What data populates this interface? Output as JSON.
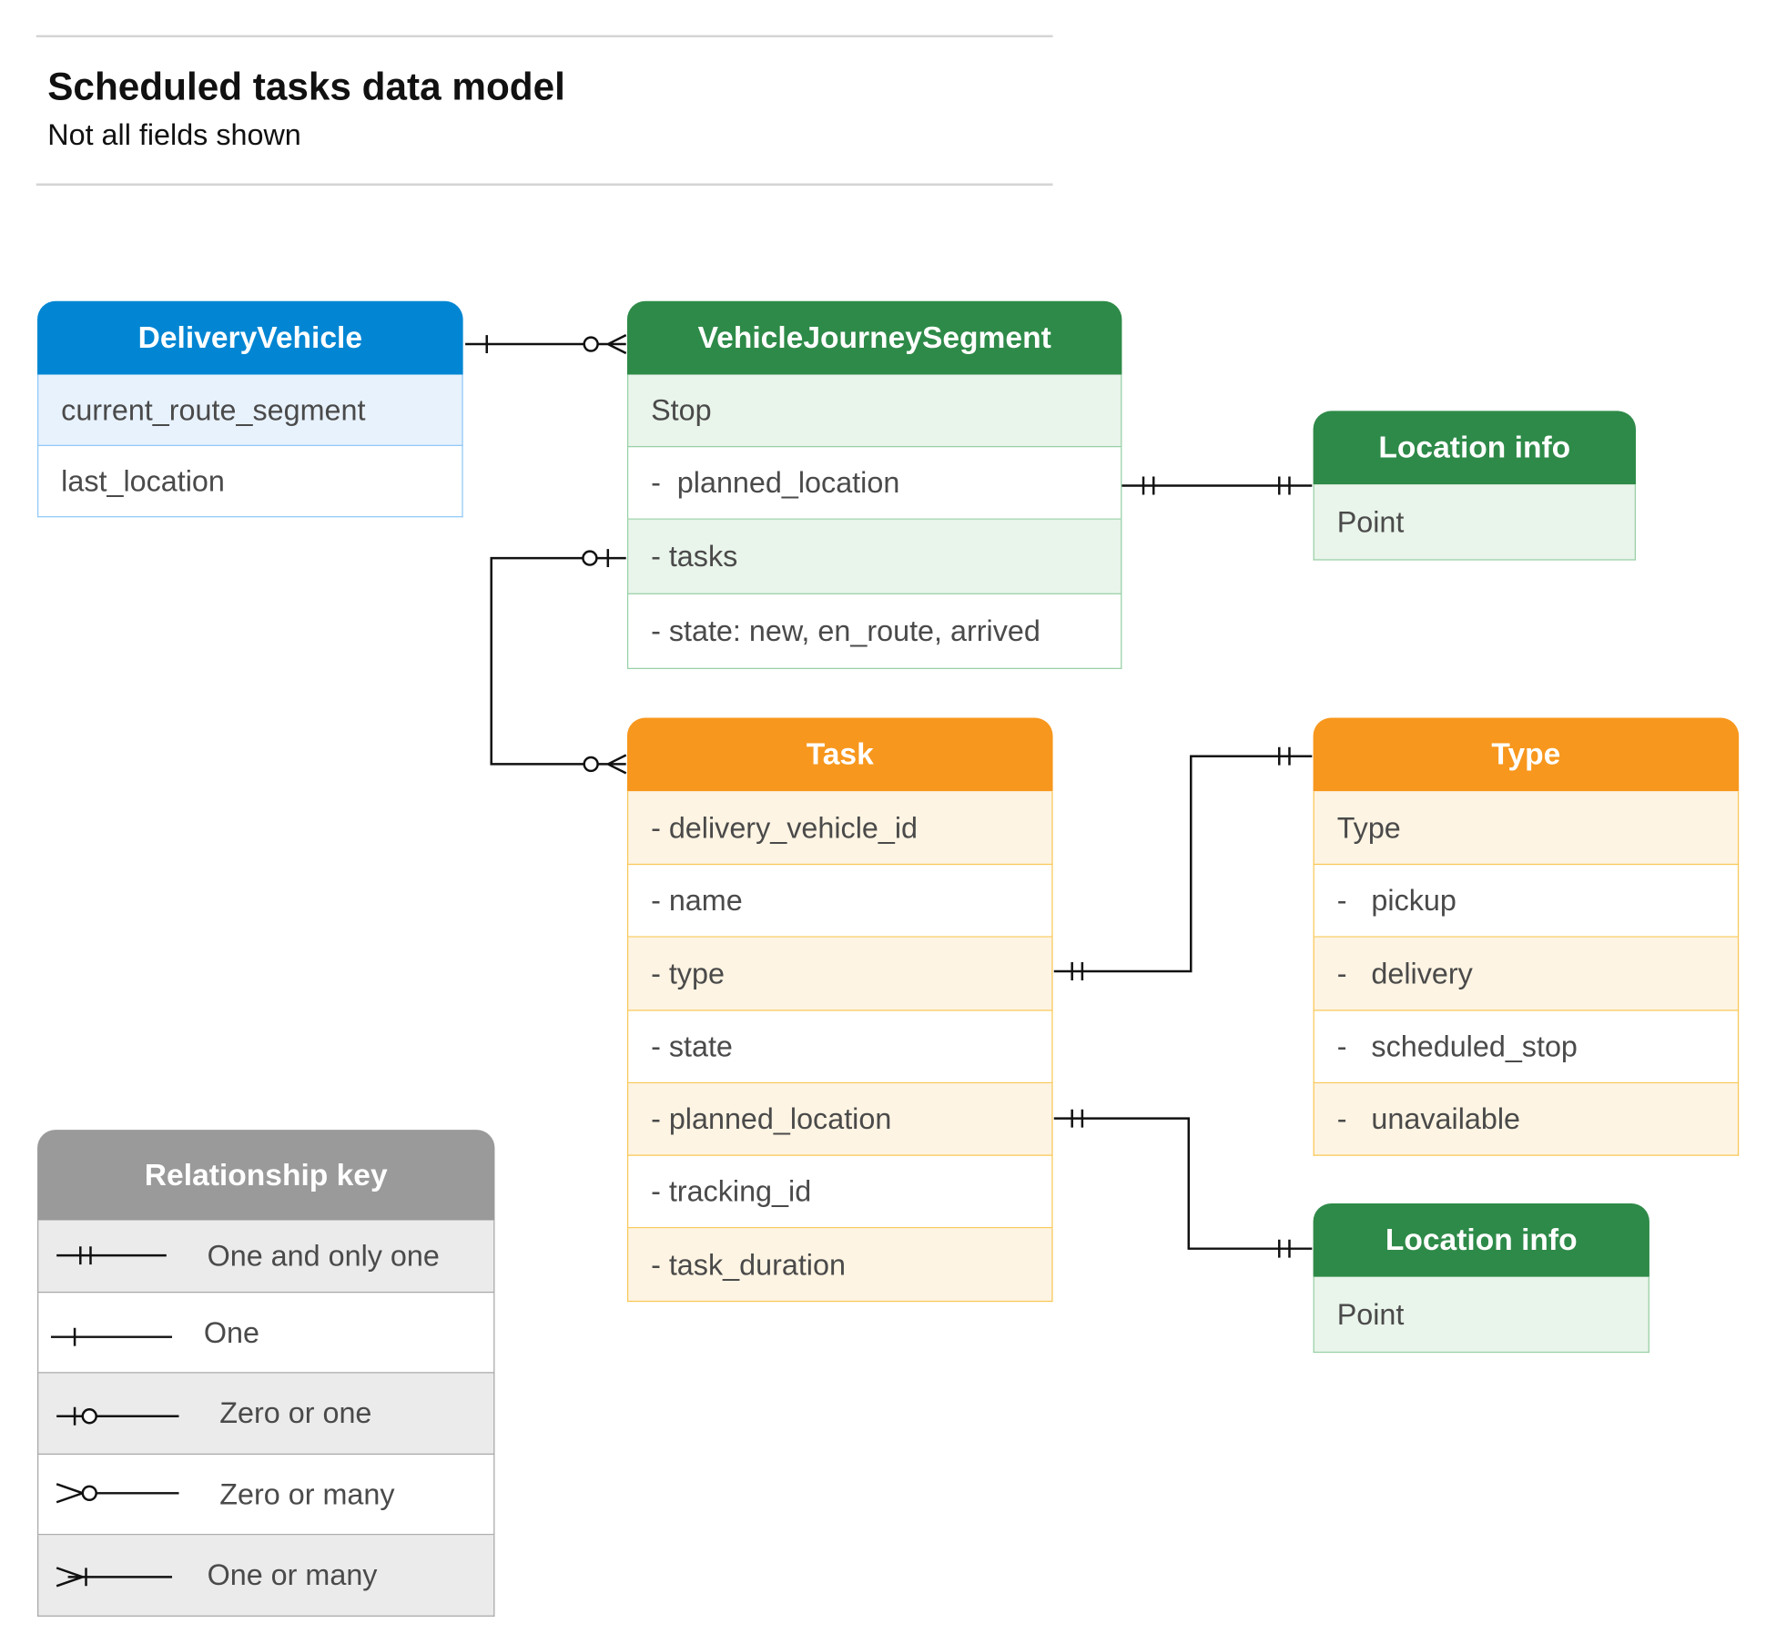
{
  "header": {
    "title": "Scheduled tasks data model",
    "subtitle": "Not all fields shown"
  },
  "entities": {
    "delivery_vehicle": {
      "title": "DeliveryVehicle",
      "color": "#0286d3",
      "fields": [
        "current_route_segment",
        "last_location"
      ]
    },
    "vehicle_journey_segment": {
      "title": "VehicleJourneySegment",
      "color": "#2e8a48",
      "fields": [
        "Stop",
        "-  planned_location",
        "- tasks",
        "- state: new, en_route, arrived"
      ]
    },
    "location_info_1": {
      "title": "Location info",
      "color": "#2e8a48",
      "fields": [
        "Point"
      ]
    },
    "task": {
      "title": "Task",
      "color": "#f7971d",
      "fields": [
        "- delivery_vehicle_id",
        "- name",
        "- type",
        "- state",
        "- planned_location",
        "- tracking_id",
        "- task_duration"
      ]
    },
    "type": {
      "title": "Type",
      "color": "#f7971d",
      "fields": [
        "Type",
        "-   pickup",
        "-   delivery",
        "-   scheduled_stop",
        "-   unavailable"
      ]
    },
    "location_info_2": {
      "title": "Location info",
      "color": "#2e8a48",
      "fields": [
        "Point"
      ]
    }
  },
  "relationships": [
    {
      "from": "DeliveryVehicle",
      "from_card": "one",
      "to": "VehicleJourneySegment",
      "to_card": "zero-or-many"
    },
    {
      "from": "VehicleJourneySegment.planned_location",
      "from_card": "one-and-only-one",
      "to": "Location info",
      "to_card": "one-and-only-one"
    },
    {
      "from": "VehicleJourneySegment.tasks",
      "from_card": "zero-or-one",
      "to": "Task",
      "to_card": "zero-or-many"
    },
    {
      "from": "Task.type",
      "from_card": "one-and-only-one",
      "to": "Type",
      "to_card": "one-and-only-one"
    },
    {
      "from": "Task.planned_location",
      "from_card": "one-and-only-one",
      "to": "Location info",
      "to_card": "one-and-only-one"
    }
  ],
  "legend": {
    "title": "Relationship key",
    "items": [
      "One and only one",
      "One",
      "Zero or one",
      "Zero or many",
      "One or many"
    ]
  }
}
